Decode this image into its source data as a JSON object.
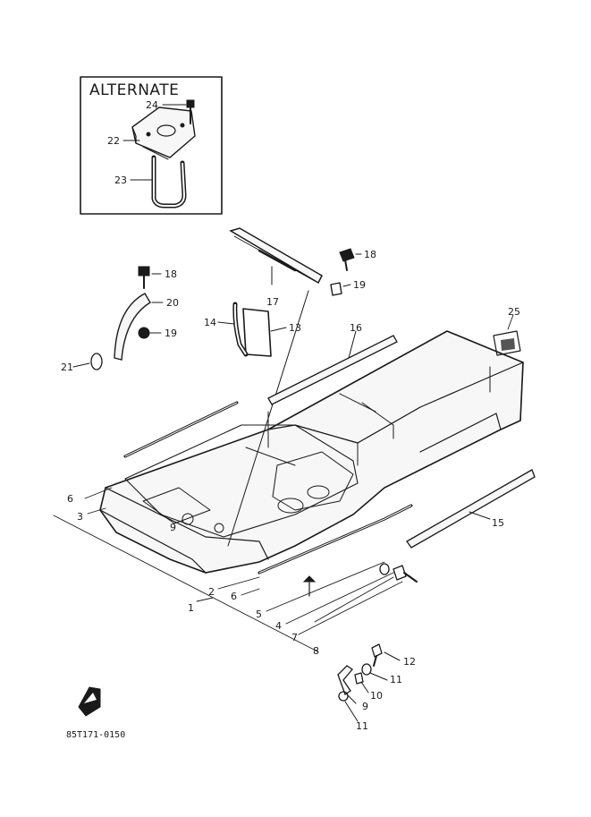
{
  "inset": {
    "title": "ALTERNATE",
    "callouts": [
      "24",
      "22",
      "23"
    ]
  },
  "callouts": {
    "c1": "1",
    "c2": "2",
    "c3": "3",
    "c4": "4",
    "c5": "5",
    "c6a": "6",
    "c6b": "6",
    "c7": "7",
    "c8": "8",
    "c9a": "9",
    "c9b": "9",
    "c10": "10",
    "c11a": "11",
    "c11b": "11",
    "c12": "12",
    "c13": "13",
    "c14": "14",
    "c15": "15",
    "c16": "16",
    "c17": "17",
    "c18a": "18",
    "c18b": "18",
    "c19a": "19",
    "c19b": "19",
    "c20": "20",
    "c21": "21",
    "c25": "25"
  },
  "drawing_code": "85T171-0150"
}
